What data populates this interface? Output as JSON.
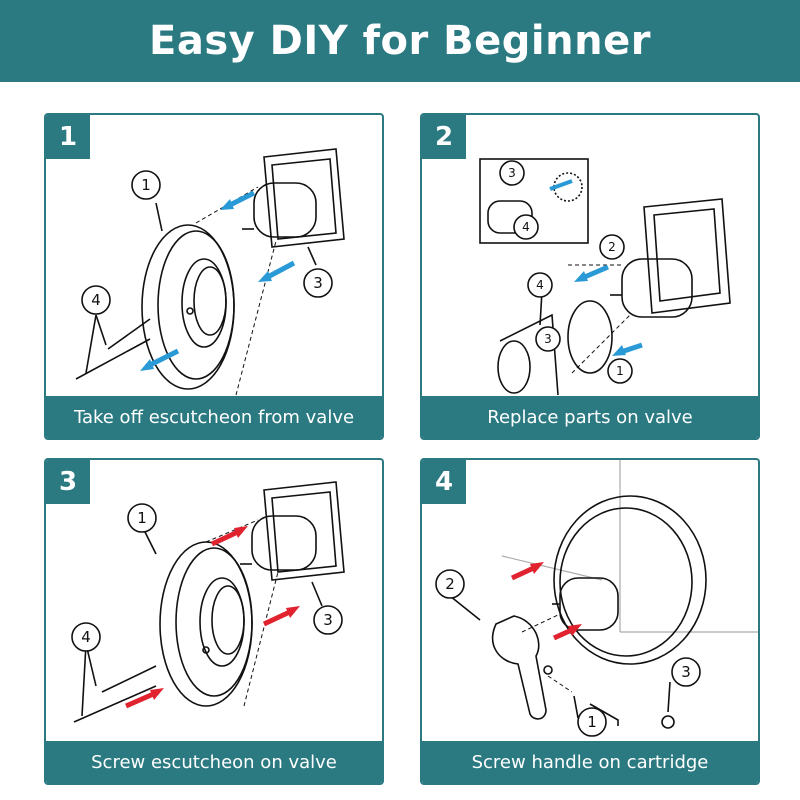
{
  "title": "Easy DIY for Beginner",
  "steps": [
    {
      "number": "1",
      "caption": "Take off escutcheon from valve",
      "parts": [
        "1",
        "3",
        "4"
      ]
    },
    {
      "number": "2",
      "caption": "Replace parts on valve",
      "parts": [
        "3",
        "4",
        "2",
        "4",
        "3",
        "1"
      ]
    },
    {
      "number": "3",
      "caption": "Screw escutcheon on valve",
      "parts": [
        "1",
        "3",
        "4"
      ]
    },
    {
      "number": "4",
      "caption": "Screw handle on cartridge",
      "parts": [
        "2",
        "3",
        "1"
      ]
    }
  ],
  "colors": {
    "teal": "#2b7a82",
    "remove_arrow": "#2a9ad6",
    "install_arrow": "#e0232e"
  },
  "icons": [
    "arrow-blue-icon",
    "arrow-red-icon",
    "escutcheon-icon",
    "valve-cartridge-icon",
    "screw-icon",
    "handle-icon",
    "oring-icon",
    "allen-key-icon"
  ]
}
